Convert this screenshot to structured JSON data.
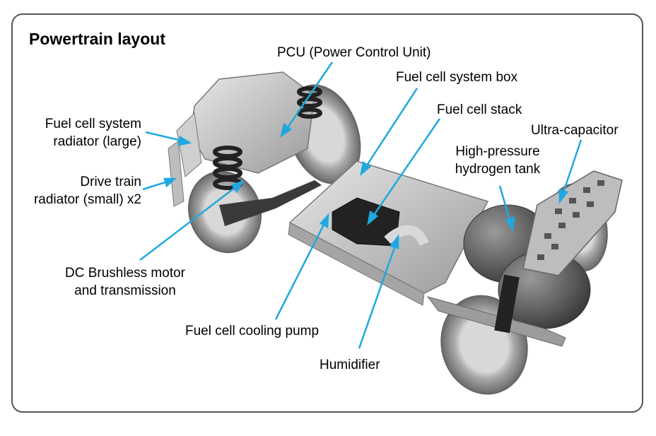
{
  "title": "Powertrain layout",
  "colors": {
    "leader_line": "#1fa8e0",
    "frame_border": "#555555"
  },
  "labels": {
    "pcu": "PCU (Power Control Unit)",
    "fc_system_box": "Fuel cell system box",
    "fc_stack": "Fuel cell stack",
    "ultra_capacitor": "Ultra-capacitor",
    "hydrogen_tank": "High-pressure\nhydrogen tank",
    "fc_radiator": "Fuel cell system\nradiator (large)",
    "drive_radiator": "Drive train\nradiator (small) x2",
    "motor": "DC Brushless motor\nand transmission",
    "cooling_pump": "Fuel cell cooling pump",
    "humidifier": "Humidifier"
  }
}
